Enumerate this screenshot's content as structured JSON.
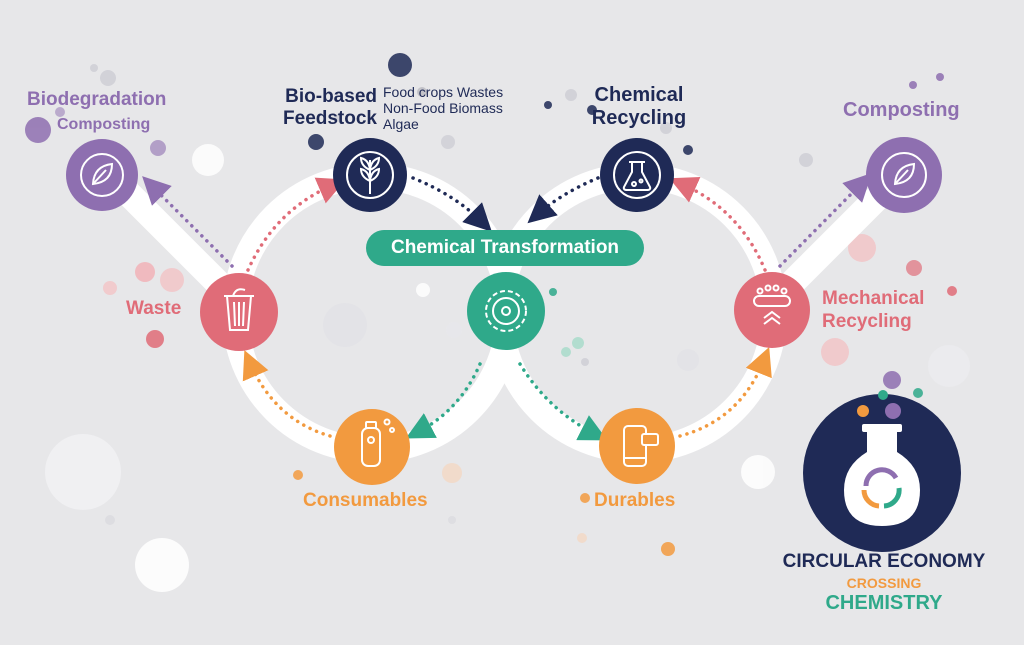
{
  "nodes": {
    "biodegradation": {
      "title": "Biodegradation",
      "subtitle": "Composting",
      "icon": "leaf-compost-icon"
    },
    "feedstock": {
      "title_line1": "Bio-based",
      "title_line2": "Feedstock",
      "notes": [
        "Food crops Wastes",
        "Non-Food Biomass",
        "Algae"
      ],
      "icon": "wheat-icon"
    },
    "chemical_recycling": {
      "title_line1": "Chemical",
      "title_line2": "Recycling",
      "icon": "flask-recycle-icon"
    },
    "composting": {
      "title": "Composting",
      "icon": "leaf-compost-icon"
    },
    "waste": {
      "title": "Waste",
      "icon": "trash-bin-icon"
    },
    "transformation": {
      "title": "Chemical Transformation",
      "icon": "gear-molecule-icon"
    },
    "mechanical_recycling": {
      "title_line1": "Mechanical",
      "title_line2": "Recycling",
      "icon": "conveyor-icon"
    },
    "consumables": {
      "title": "Consumables",
      "icon": "bottle-icon"
    },
    "durables": {
      "title": "Durables",
      "icon": "smartphone-icon"
    }
  },
  "logo": {
    "line1": "CIRCULAR ECONOMY",
    "line2": "CROSSING",
    "line3": "CHEMISTRY",
    "icon": "flask-cycle-logo-icon"
  },
  "colors": {
    "navy": "#1f2a56",
    "purple": "#8e6fb0",
    "red": "#e06c78",
    "orange": "#f29a3f",
    "green": "#2fa98a",
    "background": "#e7e7e9"
  }
}
